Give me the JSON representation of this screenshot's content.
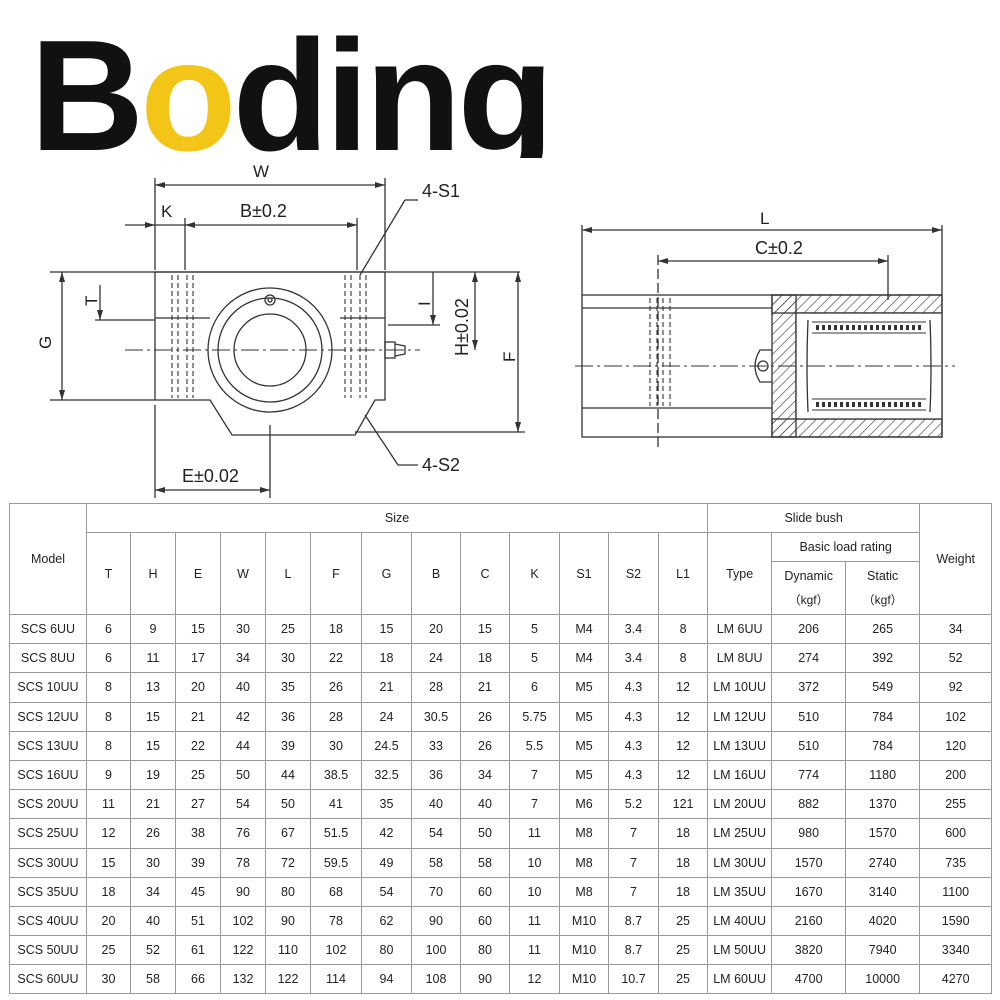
{
  "logo": {
    "text": "Boding",
    "letters": [
      "B",
      "o",
      "ding"
    ],
    "colors": {
      "primary": "#111111",
      "accent": "#f2c516"
    }
  },
  "drawing": {
    "front": {
      "W": "W",
      "K": "K",
      "B": "B±0.2",
      "S1": "4-S1",
      "T": "T",
      "G": "G",
      "I": "I",
      "H": "H±0.02",
      "F": "F",
      "E": "E±0.02",
      "S2": "4-S2"
    },
    "side": {
      "L": "L",
      "C": "C±0.2"
    }
  },
  "table": {
    "header": {
      "model": "Model",
      "size": "Size",
      "slide_bush": "Slide bush",
      "basic_load_rating": "Basic load rating",
      "type": "Type",
      "dynamic": "Dynamic",
      "static": "Static",
      "unit": "（kgf）",
      "weight": "Weight",
      "cols": [
        "T",
        "H",
        "E",
        "W",
        "L",
        "F",
        "G",
        "B",
        "C",
        "K",
        "S1",
        "S2",
        "L1"
      ]
    },
    "rows": [
      [
        "SCS 6UU",
        "6",
        "9",
        "15",
        "30",
        "25",
        "18",
        "15",
        "20",
        "15",
        "5",
        "M4",
        "3.4",
        "8",
        "LM 6UU",
        "206",
        "265",
        "34"
      ],
      [
        "SCS 8UU",
        "6",
        "11",
        "17",
        "34",
        "30",
        "22",
        "18",
        "24",
        "18",
        "5",
        "M4",
        "3.4",
        "8",
        "LM 8UU",
        "274",
        "392",
        "52"
      ],
      [
        "SCS 10UU",
        "8",
        "13",
        "20",
        "40",
        "35",
        "26",
        "21",
        "28",
        "21",
        "6",
        "M5",
        "4.3",
        "12",
        "LM 10UU",
        "372",
        "549",
        "92"
      ],
      [
        "SCS 12UU",
        "8",
        "15",
        "21",
        "42",
        "36",
        "28",
        "24",
        "30.5",
        "26",
        "5.75",
        "M5",
        "4.3",
        "12",
        "LM 12UU",
        "510",
        "784",
        "102"
      ],
      [
        "SCS 13UU",
        "8",
        "15",
        "22",
        "44",
        "39",
        "30",
        "24.5",
        "33",
        "26",
        "5.5",
        "M5",
        "4.3",
        "12",
        "LM 13UU",
        "510",
        "784",
        "120"
      ],
      [
        "SCS 16UU",
        "9",
        "19",
        "25",
        "50",
        "44",
        "38.5",
        "32.5",
        "36",
        "34",
        "7",
        "M5",
        "4.3",
        "12",
        "LM 16UU",
        "774",
        "1180",
        "200"
      ],
      [
        "SCS 20UU",
        "11",
        "21",
        "27",
        "54",
        "50",
        "41",
        "35",
        "40",
        "40",
        "7",
        "M6",
        "5.2",
        "121",
        "LM 20UU",
        "882",
        "1370",
        "255"
      ],
      [
        "SCS 25UU",
        "12",
        "26",
        "38",
        "76",
        "67",
        "51.5",
        "42",
        "54",
        "50",
        "11",
        "M8",
        "7",
        "18",
        "LM 25UU",
        "980",
        "1570",
        "600"
      ],
      [
        "SCS 30UU",
        "15",
        "30",
        "39",
        "78",
        "72",
        "59.5",
        "49",
        "58",
        "58",
        "10",
        "M8",
        "7",
        "18",
        "LM 30UU",
        "1570",
        "2740",
        "735"
      ],
      [
        "SCS 35UU",
        "18",
        "34",
        "45",
        "90",
        "80",
        "68",
        "54",
        "70",
        "60",
        "10",
        "M8",
        "7",
        "18",
        "LM 35UU",
        "1670",
        "3140",
        "1100"
      ],
      [
        "SCS 40UU",
        "20",
        "40",
        "51",
        "102",
        "90",
        "78",
        "62",
        "90",
        "60",
        "11",
        "M10",
        "8.7",
        "25",
        "LM 40UU",
        "2160",
        "4020",
        "1590"
      ],
      [
        "SCS 50UU",
        "25",
        "52",
        "61",
        "122",
        "110",
        "102",
        "80",
        "100",
        "80",
        "11",
        "M10",
        "8.7",
        "25",
        "LM 50UU",
        "3820",
        "7940",
        "3340"
      ],
      [
        "SCS 60UU",
        "30",
        "58",
        "66",
        "132",
        "122",
        "114",
        "94",
        "108",
        "90",
        "12",
        "M10",
        "10.7",
        "25",
        "LM 60UU",
        "4700",
        "10000",
        "4270"
      ]
    ]
  }
}
